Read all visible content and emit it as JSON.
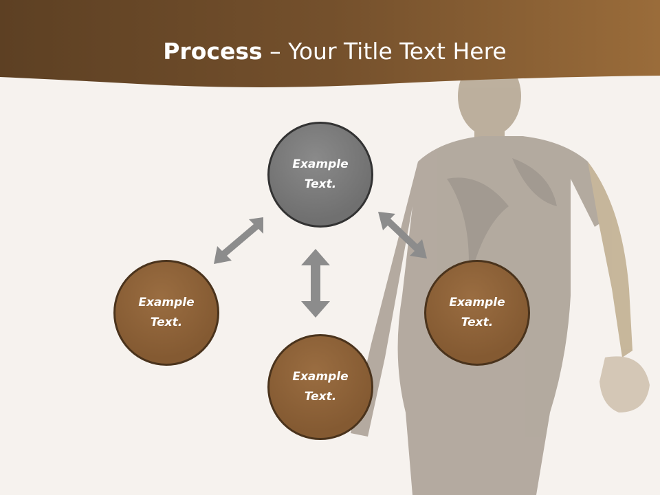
{
  "slide": {
    "title_bold": "Process",
    "title_dash": " – ",
    "title_rest": "Your Title Text Here"
  },
  "nodes": {
    "top": {
      "line1": "Example",
      "line2": "Text.",
      "color": "#777777"
    },
    "left": {
      "line1": "Example",
      "line2": "Text.",
      "color": "#8b5f36"
    },
    "bottom": {
      "line1": "Example",
      "line2": "Text.",
      "color": "#8b5f36"
    },
    "right": {
      "line1": "Example",
      "line2": "Text.",
      "color": "#8b5f36"
    }
  },
  "colors": {
    "header_brown": "#7a5530",
    "background": "#f6f2ee",
    "arrow_gray": "#8c8c8c"
  }
}
